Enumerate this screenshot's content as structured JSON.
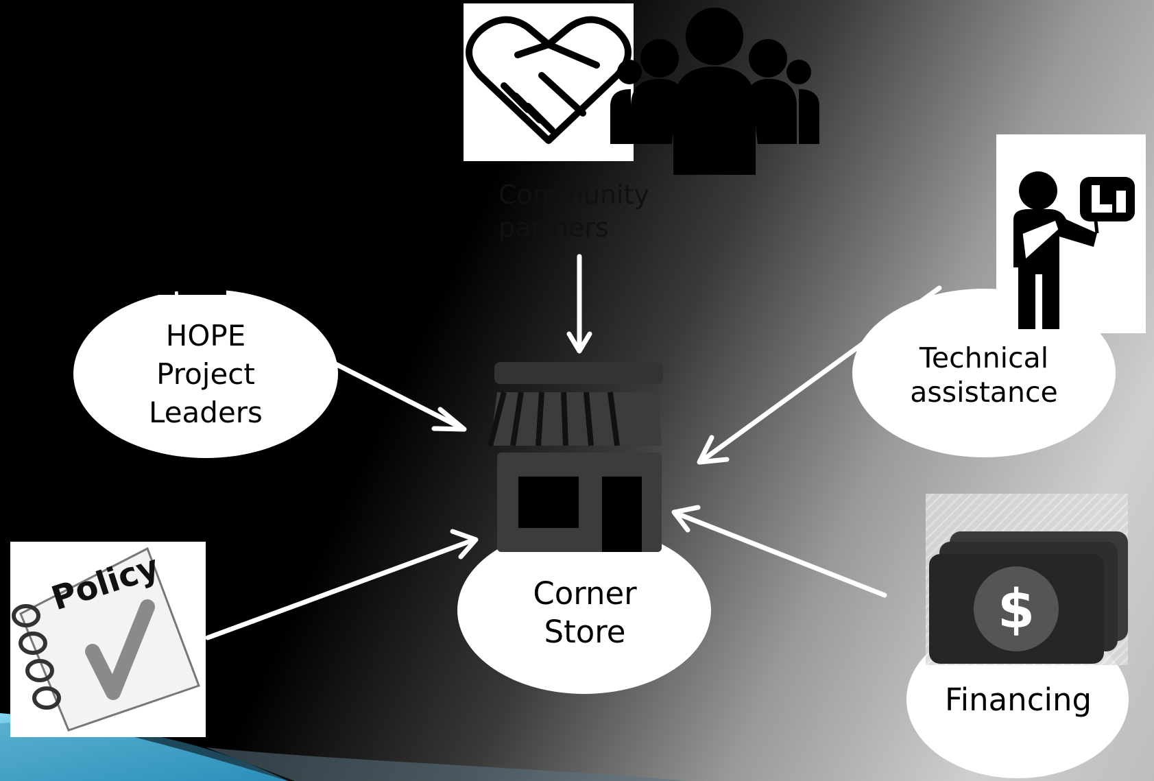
{
  "nodes": {
    "hope": {
      "label": "HOPE\nProject\nLeaders"
    },
    "community": {
      "label": "Community\npartners"
    },
    "technical": {
      "label": "Technical\nassistance"
    },
    "corner": {
      "label": "Corner\nStore"
    },
    "financing": {
      "label": "Financing"
    },
    "policy": {
      "label": "Policy"
    }
  },
  "icons": {
    "hope": "people-group-icon",
    "community": "heart-handshake-icon",
    "community_group": "people-group-icon",
    "technical": "presenter-icon",
    "corner": "storefront-icon",
    "financing": "money-stack-icon",
    "policy": "policy-notebook-icon"
  },
  "edges": [
    {
      "from": "hope",
      "to": "corner"
    },
    {
      "from": "community",
      "to": "corner"
    },
    {
      "from": "technical",
      "to": "corner"
    },
    {
      "from": "financing",
      "to": "corner"
    },
    {
      "from": "policy",
      "to": "corner"
    }
  ],
  "colors": {
    "background_dark": "#000000",
    "background_light": "#c8c8c8",
    "node_fill": "#ffffff",
    "arrow": "#ffffff",
    "icon_dark": "#111111",
    "store_icon": "#3c3c3c",
    "accent_teal": "#2aa7d6"
  }
}
